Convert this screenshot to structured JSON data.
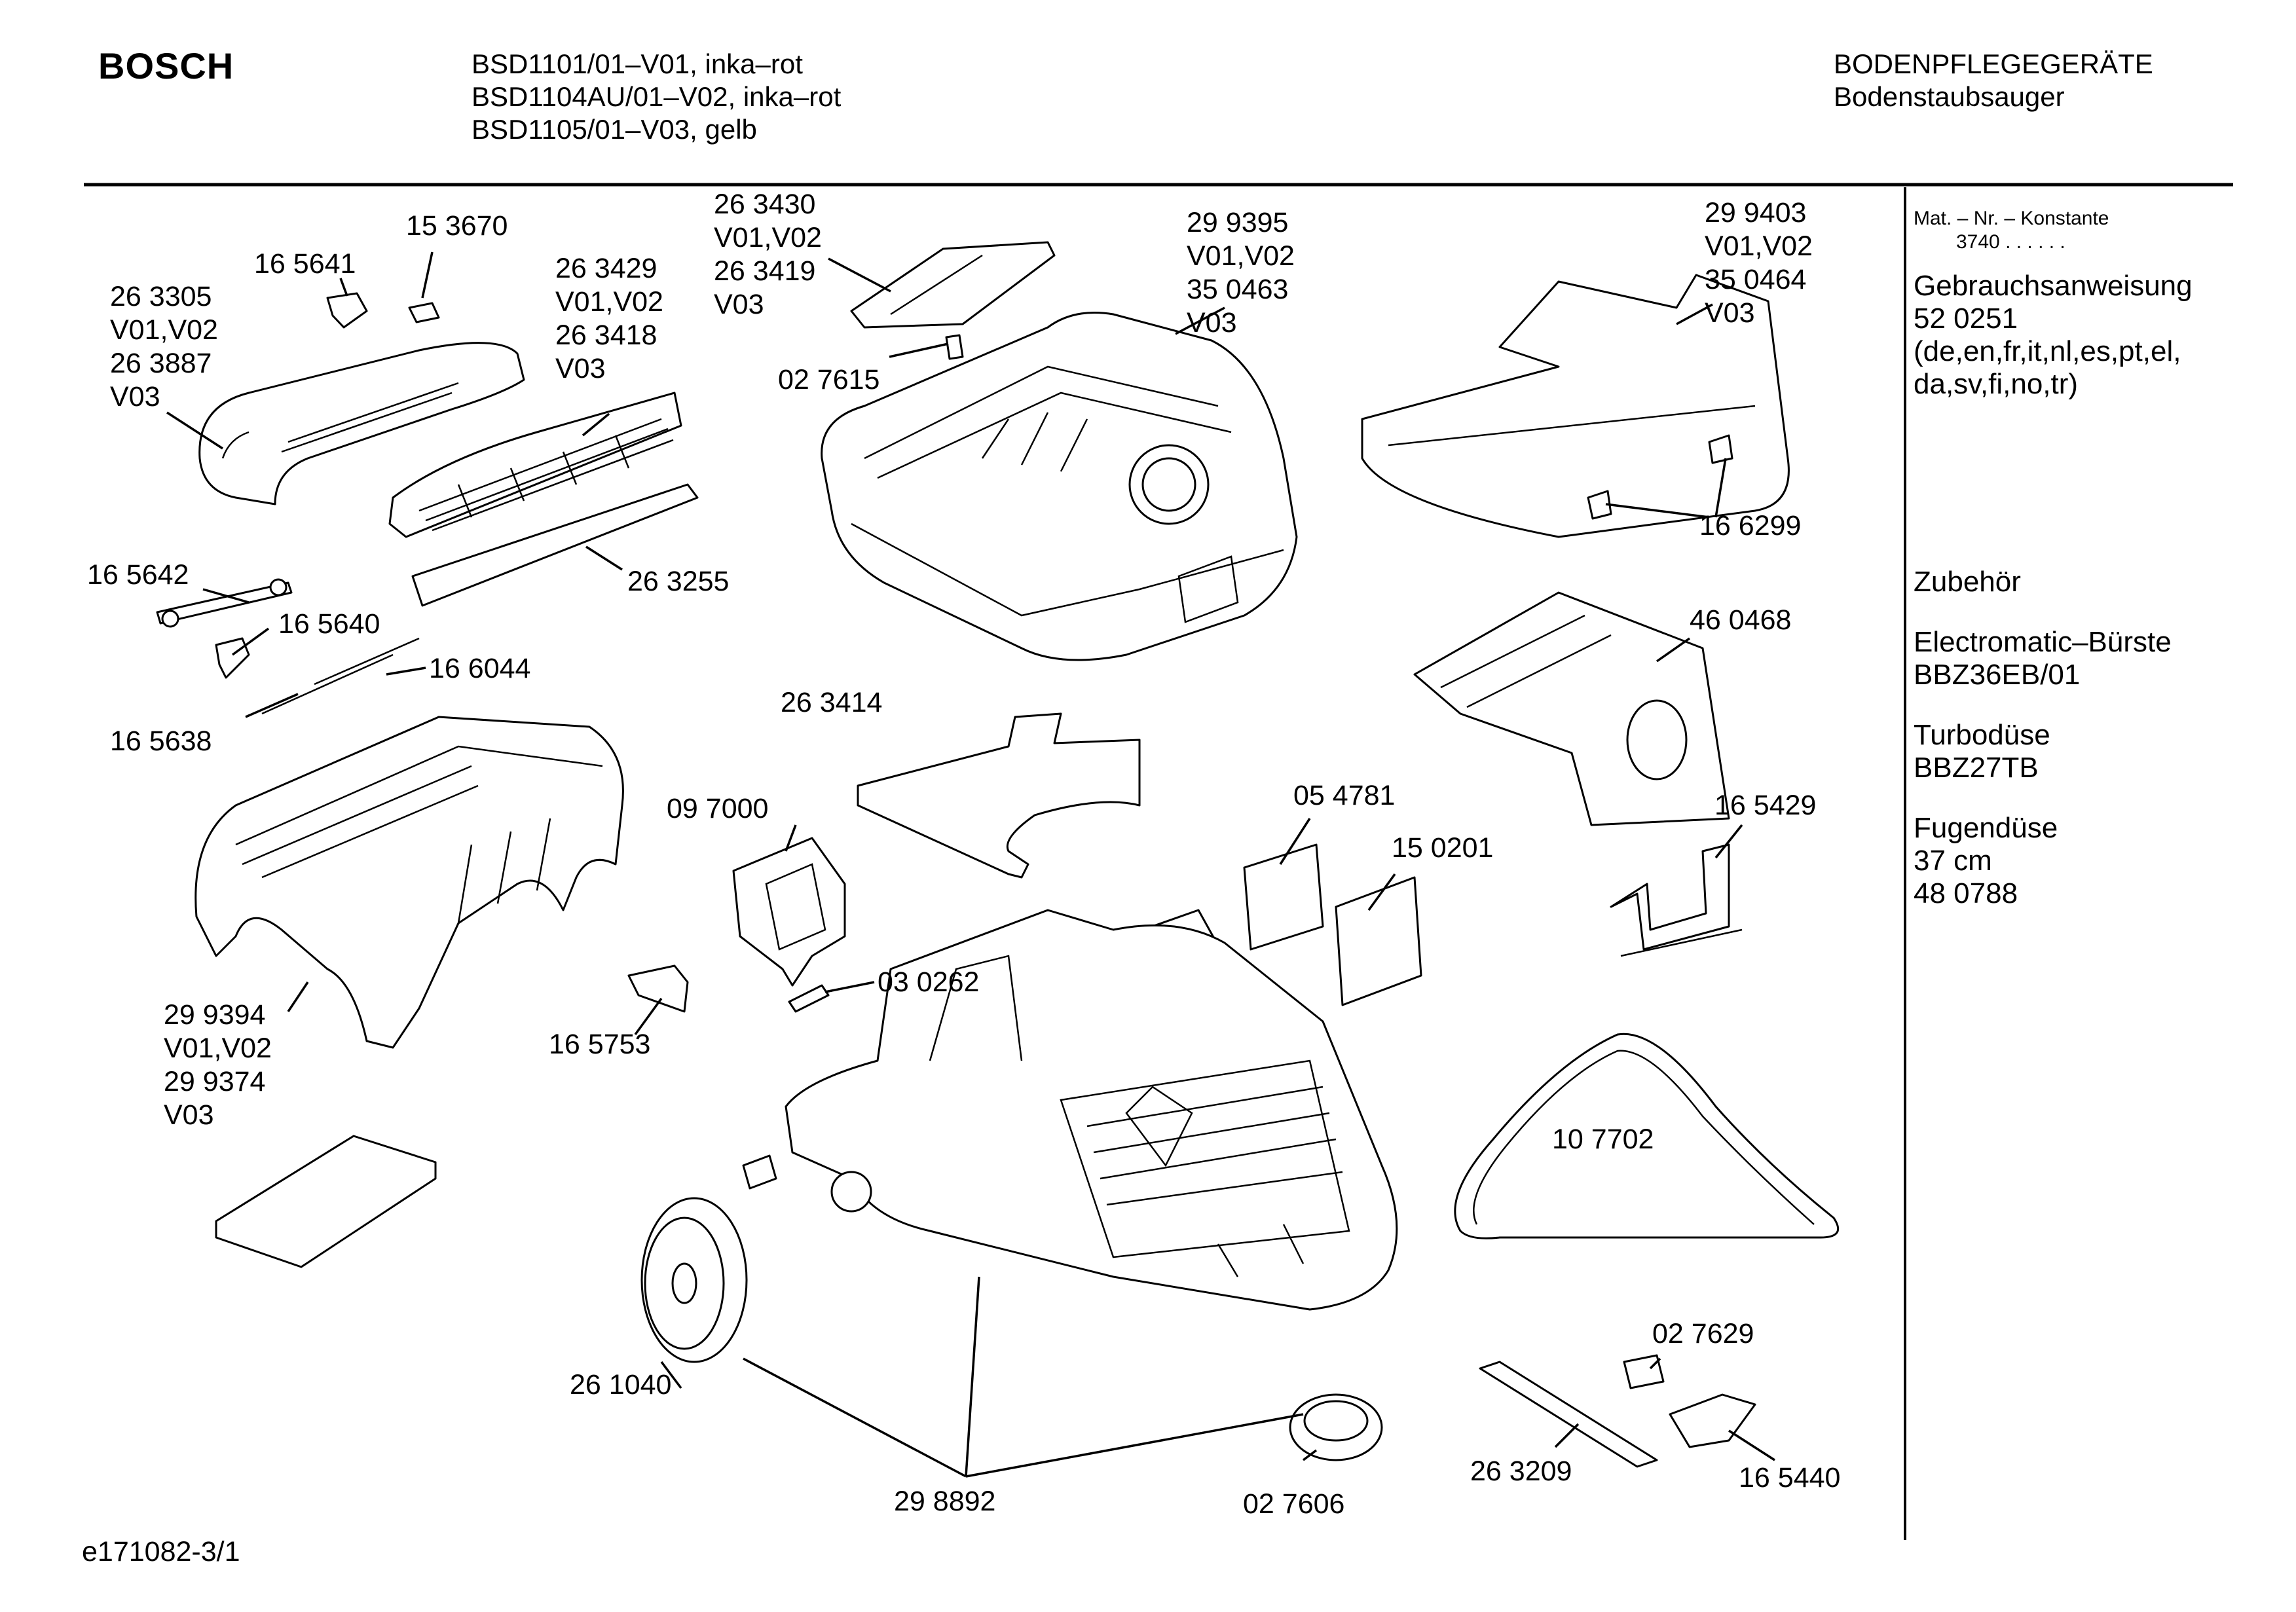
{
  "header": {
    "brand": "BOSCH",
    "models": [
      "BSD1101/01–V01, inka–rot",
      "BSD1104AU/01–V02, inka–rot",
      "BSD1105/01–V03, gelb"
    ],
    "category": "BODENPFLEGEGERÄTE",
    "subcategory": "Bodenstaubsauger"
  },
  "labels": [
    {
      "id": "l1",
      "lines": [
        "15 3670"
      ]
    },
    {
      "id": "l2",
      "lines": [
        "16 5641"
      ]
    },
    {
      "id": "l3",
      "lines": [
        "26 3305",
        "V01,V02",
        "26 3887",
        "V03"
      ]
    },
    {
      "id": "l4",
      "lines": [
        "26 3429",
        "V01,V02",
        "26 3418",
        "V03"
      ]
    },
    {
      "id": "l5",
      "lines": [
        "26 3430",
        "V01,V02",
        "26 3419",
        "V03"
      ]
    },
    {
      "id": "l6",
      "lines": [
        "02 7615"
      ]
    },
    {
      "id": "l7",
      "lines": [
        "29 9395",
        "V01,V02",
        "35 0463",
        "V03"
      ]
    },
    {
      "id": "l8",
      "lines": [
        "29 9403",
        "V01,V02",
        "35 0464",
        "V03"
      ]
    },
    {
      "id": "l9",
      "lines": [
        "16 6299"
      ]
    },
    {
      "id": "l10",
      "lines": [
        "16 5642"
      ]
    },
    {
      "id": "l11",
      "lines": [
        "16 5640"
      ]
    },
    {
      "id": "l12",
      "lines": [
        "26 3255"
      ]
    },
    {
      "id": "l13",
      "lines": [
        "16 6044"
      ]
    },
    {
      "id": "l14",
      "lines": [
        "16 5638"
      ]
    },
    {
      "id": "l15",
      "lines": [
        "46 0468"
      ]
    },
    {
      "id": "l16",
      "lines": [
        "26 3414"
      ]
    },
    {
      "id": "l17",
      "lines": [
        "09 7000"
      ]
    },
    {
      "id": "l18",
      "lines": [
        "05 4781"
      ]
    },
    {
      "id": "l19",
      "lines": [
        "15 0201"
      ]
    },
    {
      "id": "l20",
      "lines": [
        "16 5429"
      ]
    },
    {
      "id": "l21",
      "lines": [
        "03 0262"
      ]
    },
    {
      "id": "l22",
      "lines": [
        "29 9394",
        "V01,V02",
        "29 9374",
        "V03"
      ]
    },
    {
      "id": "l23",
      "lines": [
        "16 5753"
      ]
    },
    {
      "id": "l24",
      "lines": [
        "10 7702"
      ]
    },
    {
      "id": "l25",
      "lines": [
        "26 1040"
      ]
    },
    {
      "id": "l26",
      "lines": [
        "02 7629"
      ]
    },
    {
      "id": "l27",
      "lines": [
        "26 3209"
      ]
    },
    {
      "id": "l28",
      "lines": [
        "16 5440"
      ]
    },
    {
      "id": "l29",
      "lines": [
        "29 8892"
      ]
    },
    {
      "id": "l30",
      "lines": [
        "02 7606"
      ]
    }
  ],
  "sidebar": {
    "mat_nr": "Mat. – Nr. – Konstante",
    "mat_value": "3740  .  .    .  .  .  .",
    "manual_title": "Gebrauchsanweisung",
    "manual_nr": "52 0251",
    "manual_langs": [
      "(de,en,fr,it,nl,es,pt,el,",
      "da,sv,fi,no,tr)"
    ],
    "accessories_title": "Zubehör",
    "accessories": [
      {
        "name": "Electromatic–Bürste",
        "nr": "BBZ36EB/01"
      },
      {
        "name": "Turbodüse",
        "nr": "BBZ27TB"
      },
      {
        "name": "Fugendüse",
        "lines": [
          "37 cm",
          "48 0788"
        ]
      }
    ]
  },
  "footer": {
    "ref": "e171082-3/1"
  }
}
